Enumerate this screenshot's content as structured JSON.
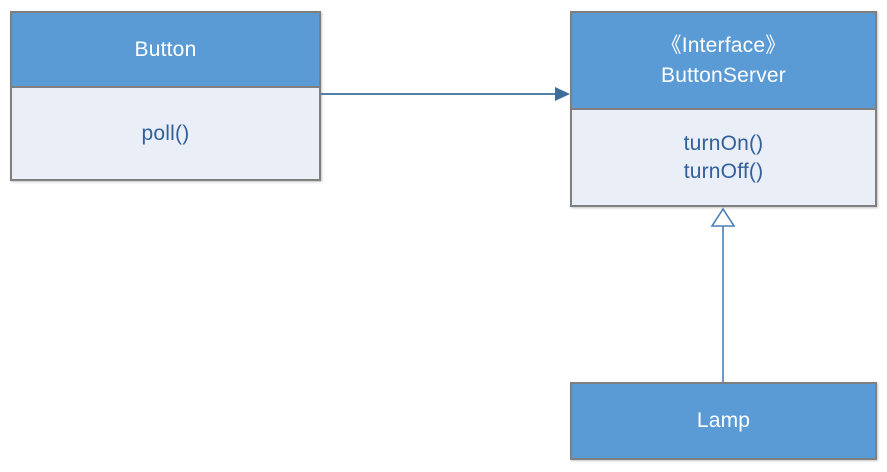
{
  "diagram": {
    "type": "uml-class-diagram",
    "classes": {
      "button": {
        "name": "Button",
        "methods": [
          "poll()"
        ]
      },
      "button_server": {
        "stereotype": "《Interface》",
        "name": "ButtonServer",
        "methods": [
          "turnOn()",
          "turnOff()"
        ]
      },
      "lamp": {
        "name": "Lamp"
      }
    },
    "relations": [
      {
        "type": "association",
        "from": "Button",
        "to": "ButtonServer",
        "arrowhead": "filled-triangle"
      },
      {
        "type": "realization",
        "from": "Lamp",
        "to": "ButtonServer",
        "arrowhead": "hollow-triangle"
      }
    ],
    "colors": {
      "header_fill": "#5b9bd5",
      "body_fill": "#e9eef7",
      "border": "#7f7f7f",
      "header_text": "#ffffff",
      "method_text": "#31609b",
      "association_line": "#3d6d99",
      "realization_line": "#4a7fb5"
    }
  }
}
